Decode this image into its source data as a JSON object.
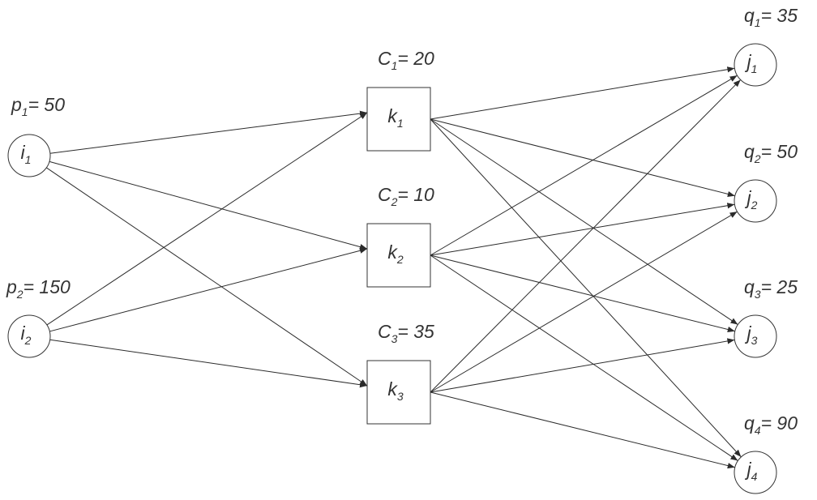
{
  "sources": [
    {
      "id": "i1",
      "base": "i",
      "sub": "1",
      "param_base": "p",
      "param_sub": "1",
      "param_value": "= 50"
    },
    {
      "id": "i2",
      "base": "i",
      "sub": "2",
      "param_base": "p",
      "param_sub": "2",
      "param_value": "= 150"
    }
  ],
  "hubs": [
    {
      "id": "k1",
      "base": "k",
      "sub": "1",
      "param_base": "C",
      "param_sub": "1",
      "param_value": "= 20"
    },
    {
      "id": "k2",
      "base": "k",
      "sub": "2",
      "param_base": "C",
      "param_sub": "2",
      "param_value": "= 10"
    },
    {
      "id": "k3",
      "base": "k",
      "sub": "3",
      "param_base": "C",
      "param_sub": "3",
      "param_value": "= 35"
    }
  ],
  "sinks": [
    {
      "id": "j1",
      "base": "j",
      "sub": "1",
      "param_base": "q",
      "param_sub": "1",
      "param_value": "= 35"
    },
    {
      "id": "j2",
      "base": "j",
      "sub": "2",
      "param_base": "q",
      "param_sub": "2",
      "param_value": "= 50"
    },
    {
      "id": "j3",
      "base": "j",
      "sub": "3",
      "param_base": "q",
      "param_sub": "3",
      "param_value": "= 25"
    },
    {
      "id": "j4",
      "base": "j",
      "sub": "4",
      "param_base": "q",
      "param_sub": "4",
      "param_value": "= 90"
    }
  ],
  "edges": [
    [
      "i1",
      "k1"
    ],
    [
      "i1",
      "k2"
    ],
    [
      "i1",
      "k3"
    ],
    [
      "i2",
      "k1"
    ],
    [
      "i2",
      "k2"
    ],
    [
      "i2",
      "k3"
    ],
    [
      "k1",
      "j1"
    ],
    [
      "k1",
      "j2"
    ],
    [
      "k1",
      "j3"
    ],
    [
      "k1",
      "j4"
    ],
    [
      "k2",
      "j1"
    ],
    [
      "k2",
      "j2"
    ],
    [
      "k2",
      "j3"
    ],
    [
      "k2",
      "j4"
    ],
    [
      "k3",
      "j1"
    ],
    [
      "k3",
      "j2"
    ],
    [
      "k3",
      "j3"
    ],
    [
      "k3",
      "j4"
    ]
  ]
}
